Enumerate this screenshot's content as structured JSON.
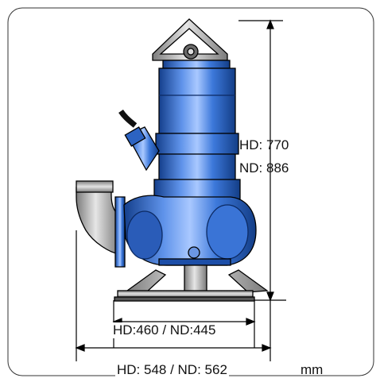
{
  "dimensions": {
    "height_hd": "HD: 770",
    "height_nd": "ND: 886",
    "base_width": "HD:460 / ND:445",
    "overall_width": "HD: 548 / ND: 562",
    "unit": "mm"
  },
  "colors": {
    "body_blue": "#2f6fd4",
    "body_dark": "#143f8c",
    "body_light": "#8fb8ff",
    "metal": "#b9b9b9",
    "outline": "#000000"
  }
}
